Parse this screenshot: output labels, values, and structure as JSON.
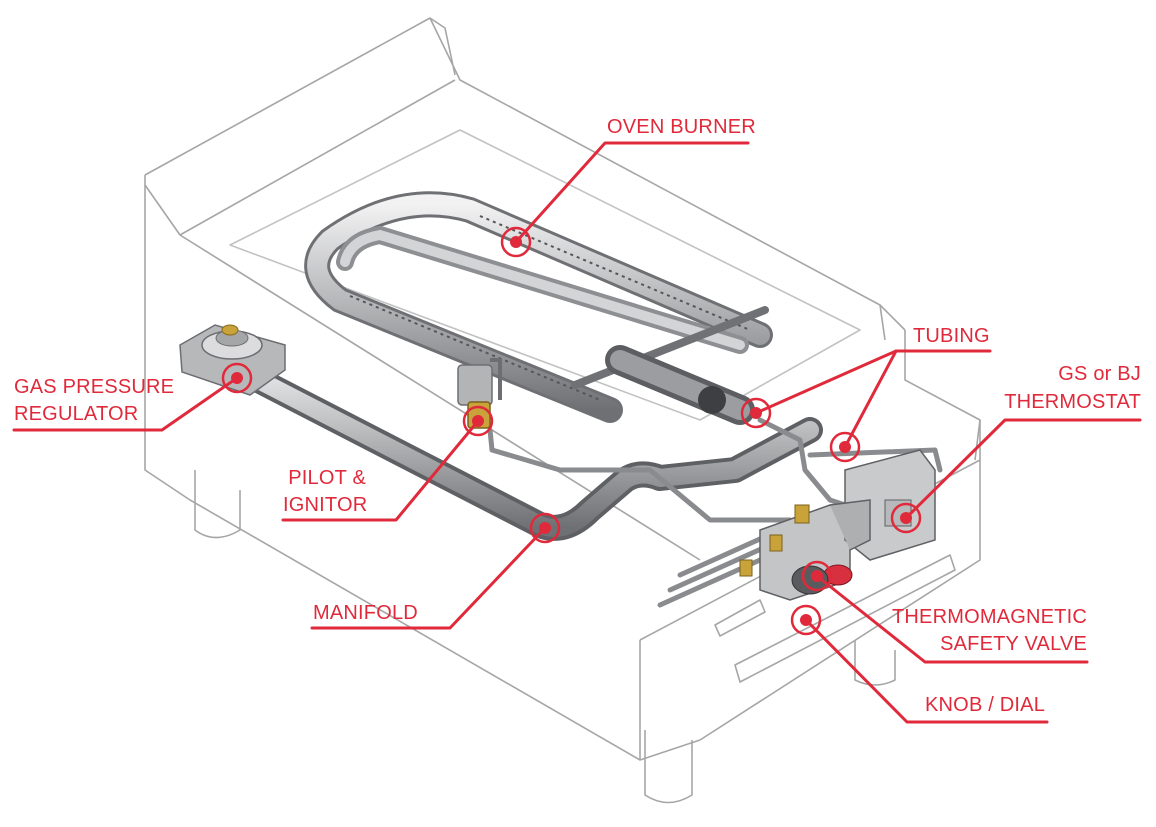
{
  "labels": {
    "oven_burner": "OVEN BURNER",
    "tubing": "TUBING",
    "gs_bj_line1": "GS or BJ",
    "gs_bj_line2": "THERMOSTAT",
    "gas_reg_line1": "GAS PRESSURE",
    "gas_reg_line2": "REGULATOR",
    "pilot_line1": "PILOT &",
    "pilot_line2": "IGNITOR",
    "manifold": "MANIFOLD",
    "thermo_line1": "THERMOMAGNETIC",
    "thermo_line2": "SAFETY VALVE",
    "knob": "KNOB / DIAL"
  },
  "colors": {
    "callout": "#e02a3b",
    "outline": "#9a9a9a",
    "steel_light": "#d6d6d8",
    "steel_mid": "#a9aaac",
    "steel_dark": "#6c6d70",
    "brass": "#c9a23a"
  }
}
